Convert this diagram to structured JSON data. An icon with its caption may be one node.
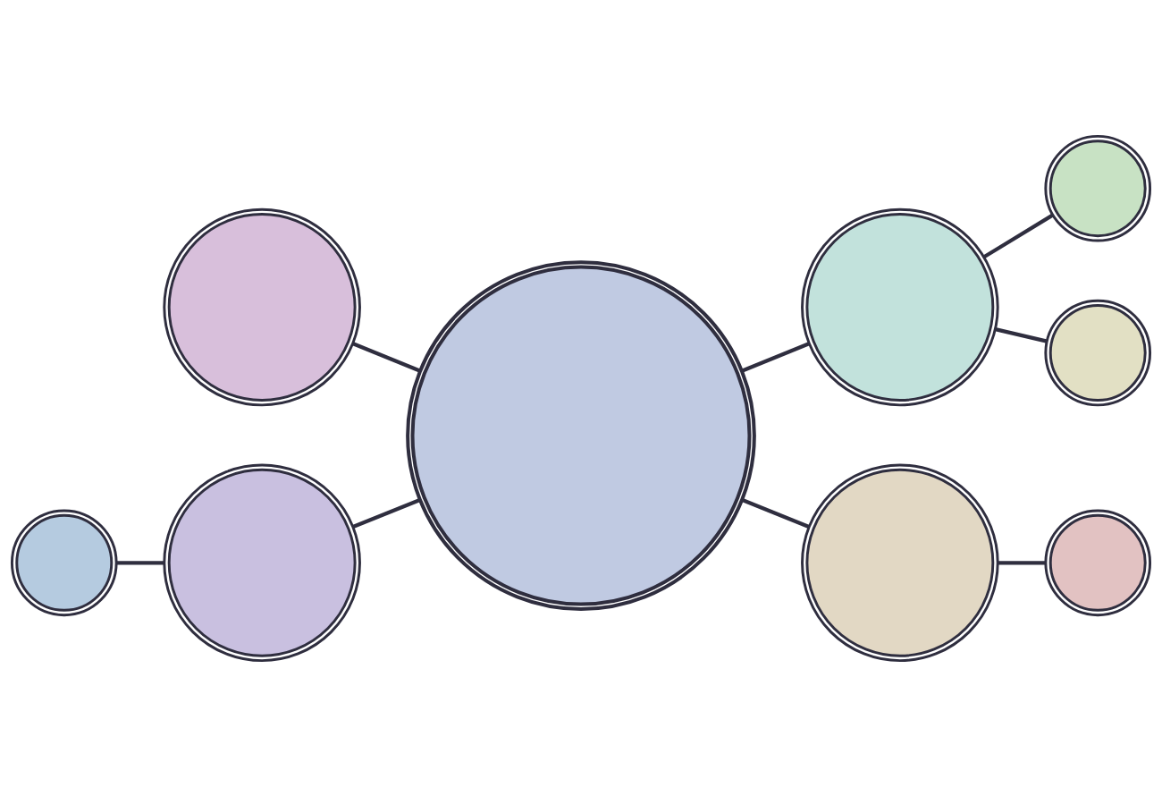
{
  "diagram": {
    "nodes": [
      {
        "text": [],
        "shape": "circle"
      },
      {
        "text": [],
        "shape": "circle"
      },
      {
        "text": [],
        "shape": "circle"
      },
      {
        "text": [],
        "shape": "circle"
      },
      {
        "text": [],
        "shape": "circle"
      },
      {
        "text": [],
        "shape": "circle"
      },
      {
        "text": [],
        "shape": "circle"
      },
      {
        "text": [],
        "shape": "circle"
      },
      {
        "text": [],
        "shape": "circle"
      }
    ],
    "edges": [
      {
        "from": 0,
        "to": 1,
        "arrow": "none"
      },
      {
        "from": 0,
        "to": 2,
        "arrow": "none"
      },
      {
        "from": 2,
        "to": 3,
        "arrow": "none"
      },
      {
        "from": 0,
        "to": 4,
        "arrow": "none"
      },
      {
        "from": 4,
        "to": 5,
        "arrow": "none"
      },
      {
        "from": 4,
        "to": 6,
        "arrow": "none"
      },
      {
        "from": 0,
        "to": 7,
        "arrow": "none"
      },
      {
        "from": 7,
        "to": 8,
        "arrow": "none"
      }
    ]
  }
}
